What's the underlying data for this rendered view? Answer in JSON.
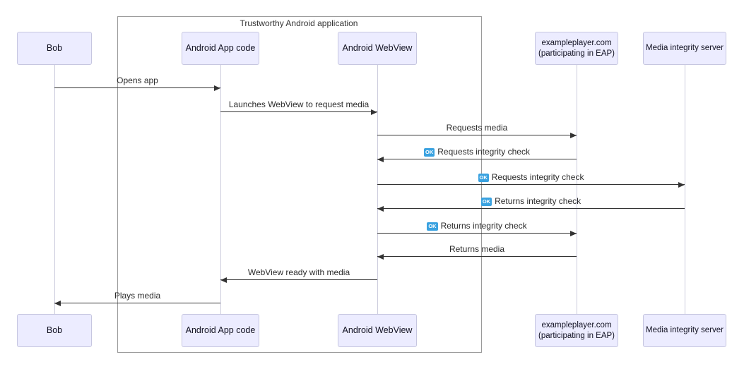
{
  "diagram": {
    "type": "sequence",
    "frame_title": "Trustworthy Android application",
    "actors": [
      {
        "id": "bob",
        "lines": [
          "Bob"
        ]
      },
      {
        "id": "android-app-code",
        "lines": [
          "Android App code"
        ]
      },
      {
        "id": "android-webview",
        "lines": [
          "Android WebView"
        ]
      },
      {
        "id": "exampleplayer",
        "lines": [
          "exampleplayer.com",
          "(participating in EAP)"
        ]
      },
      {
        "id": "media-integrity-server",
        "lines": [
          "Media integrity server"
        ]
      }
    ],
    "frame_contains": [
      "Android App code",
      "Android WebView"
    ],
    "messages": [
      {
        "text": "Opens app",
        "from": "Bob",
        "to": "Android App code",
        "badge": null
      },
      {
        "text": "Launches WebView to request media",
        "from": "Android App code",
        "to": "Android WebView",
        "badge": null
      },
      {
        "text": "Requests media",
        "from": "Android WebView",
        "to": "exampleplayer.com (participating in EAP)",
        "badge": null
      },
      {
        "text": "Requests integrity check",
        "from": "exampleplayer.com (participating in EAP)",
        "to": "Android WebView",
        "badge": "OK"
      },
      {
        "text": "Requests integrity check",
        "from": "Android WebView",
        "to": "Media integrity server",
        "badge": "OK"
      },
      {
        "text": "Returns integrity check",
        "from": "Media integrity server",
        "to": "Android WebView",
        "badge": "OK"
      },
      {
        "text": "Returns integrity check",
        "from": "Android WebView",
        "to": "exampleplayer.com (participating in EAP)",
        "badge": "OK"
      },
      {
        "text": "Returns media",
        "from": "exampleplayer.com (participating in EAP)",
        "to": "Android WebView",
        "badge": null
      },
      {
        "text": "WebView ready with media",
        "from": "Android WebView",
        "to": "Android App code",
        "badge": null
      },
      {
        "text": "Plays media",
        "from": "Android App code",
        "to": "Bob",
        "badge": null
      }
    ],
    "colors": {
      "actor_fill": "#ECECFF",
      "actor_border": "#c6c6e0",
      "lifeline": "#ccccdd",
      "frame_border": "#9a9a9a",
      "arrow": "#333333",
      "text": "#2b2b2b",
      "badge_bg": "#3aa2e0",
      "badge_text": "#ffffff"
    }
  }
}
